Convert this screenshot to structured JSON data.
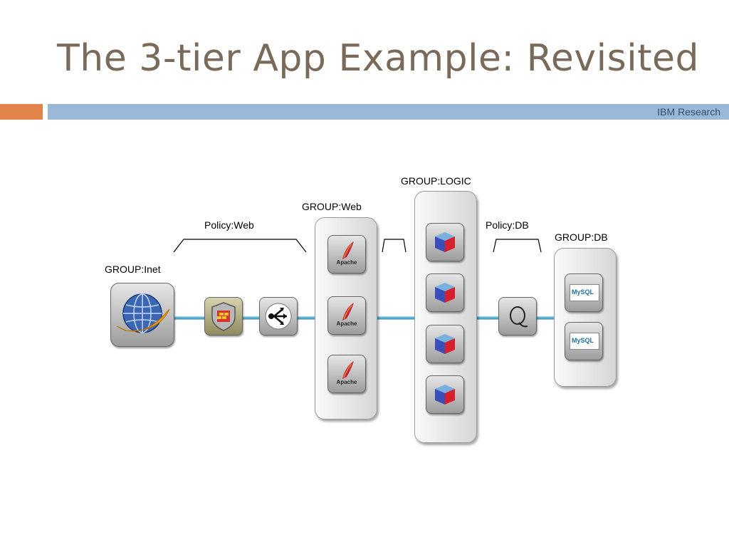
{
  "slide": {
    "title": "The 3-tier App Example: Revisited",
    "brand": "IBM Research"
  },
  "diagram": {
    "groups": {
      "inet": "GROUP:Inet",
      "web": "GROUP:Web",
      "logic": "GROUP:LOGIC",
      "db": "GROUP:DB"
    },
    "policies": {
      "web": "Policy:Web",
      "db": "Policy:DB"
    },
    "icons": [
      {
        "id": "internet",
        "icon": "globe-icon"
      },
      {
        "id": "firewall",
        "icon": "firewall-shield-icon"
      },
      {
        "id": "load-balancer",
        "icon": "arrows-split-icon"
      },
      {
        "id": "web-1",
        "icon": "apache-feather-icon",
        "text": "Apache"
      },
      {
        "id": "web-2",
        "icon": "apache-feather-icon",
        "text": "Apache"
      },
      {
        "id": "web-3",
        "icon": "apache-feather-icon",
        "text": "Apache"
      },
      {
        "id": "logic-1",
        "icon": "cube-icon"
      },
      {
        "id": "logic-2",
        "icon": "cube-icon"
      },
      {
        "id": "logic-3",
        "icon": "cube-icon"
      },
      {
        "id": "logic-4",
        "icon": "cube-icon"
      },
      {
        "id": "query",
        "icon": "q-icon"
      },
      {
        "id": "db-1",
        "icon": "mysql-icon",
        "text": "MySQL"
      },
      {
        "id": "db-2",
        "icon": "mysql-icon",
        "text": "MySQL"
      }
    ],
    "colors": {
      "link": "#5ab4d6",
      "title": "#7a6a5a",
      "accent_orange": "#e0844a",
      "accent_blue": "#9ab8d8"
    }
  }
}
